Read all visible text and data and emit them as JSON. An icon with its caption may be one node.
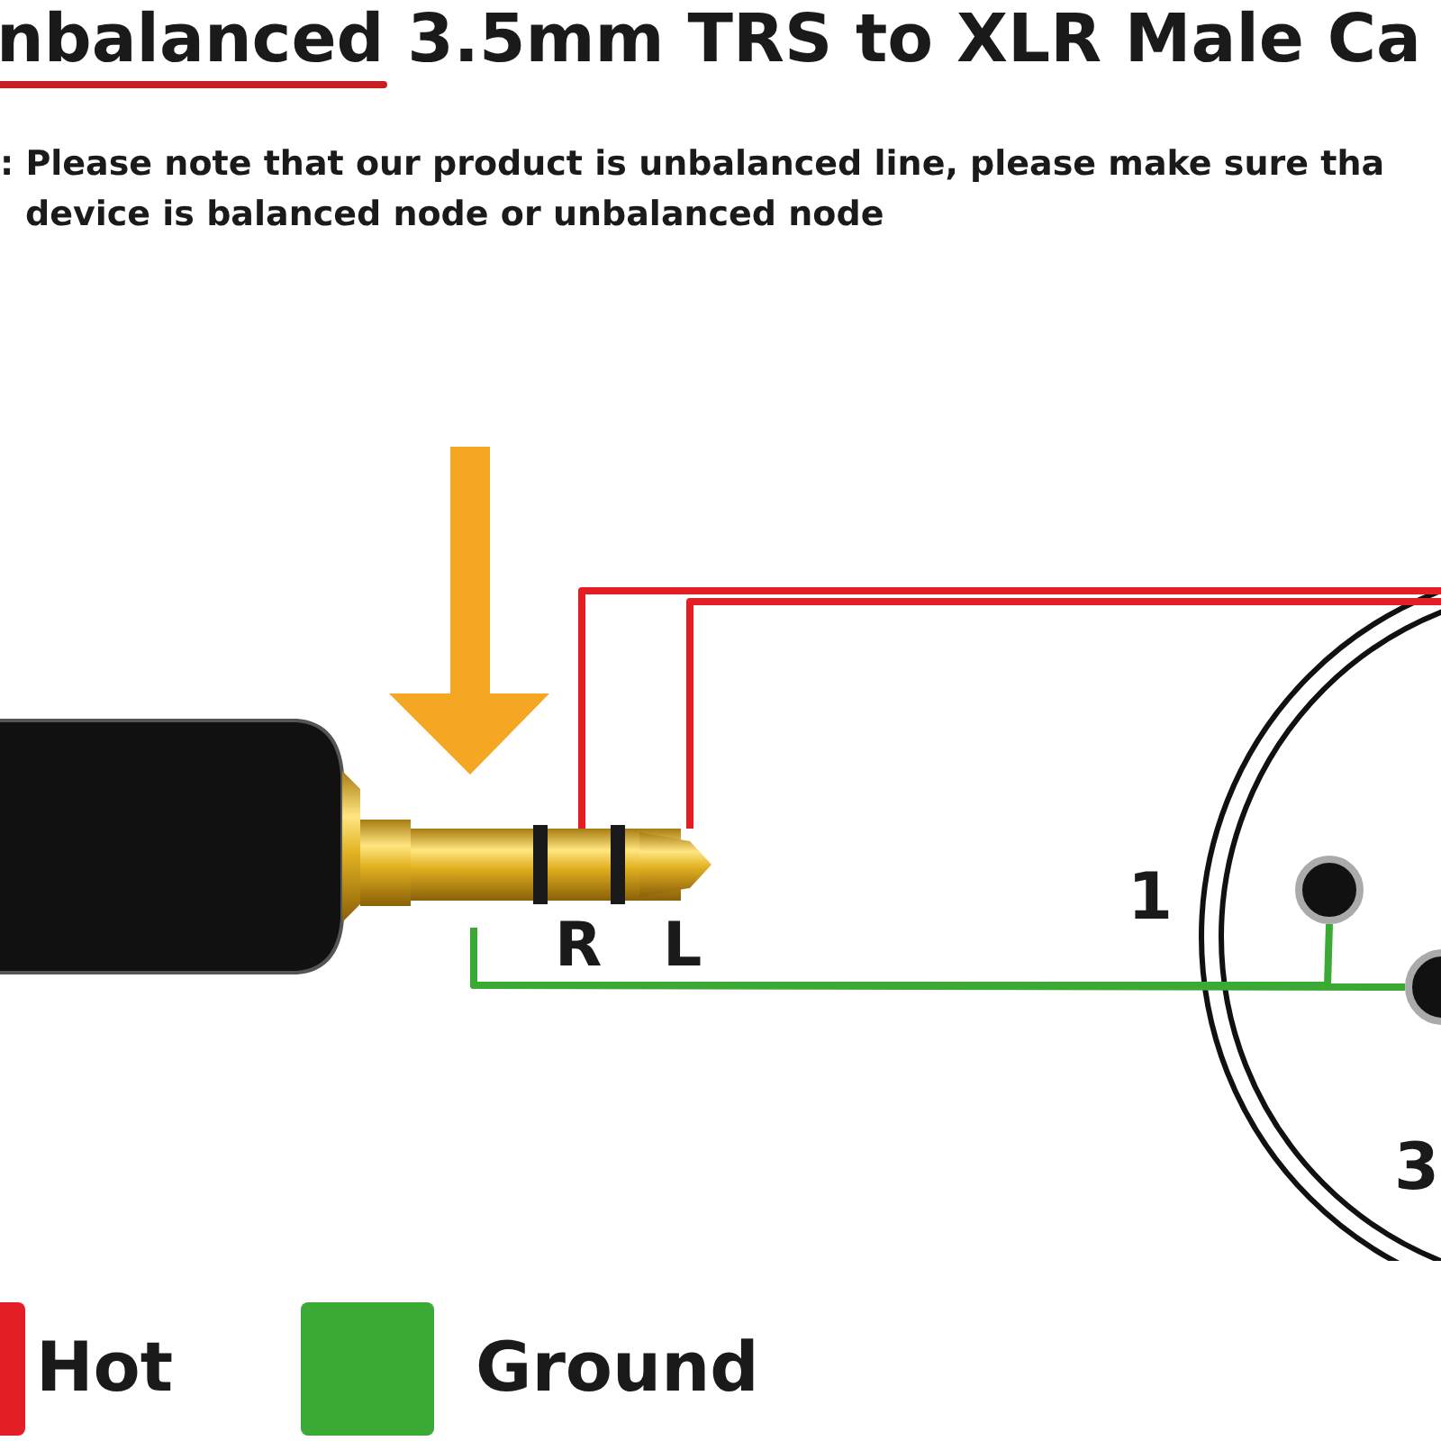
{
  "diagram": {
    "title": "nbalanced 3.5mm TRS to XLR Male Ca",
    "nodes": [
      {
        "text": [],
        "shape": "picture"
      },
      {
        "text": [],
        "shape": "picture"
      },
      {
        "text": [],
        "shape": "circle",
        "in": 1
      },
      {
        "text": [],
        "shape": "circle",
        "in": 1
      }
    ],
    "edges": [
      {
        "from": 0,
        "to": 1,
        "arrow": "none",
        "color": "#e31e24"
      },
      {
        "from": 0,
        "to": 1,
        "arrow": "none",
        "color": "#e31e24"
      },
      {
        "from": 0,
        "to": 2,
        "arrow": "none",
        "color": "#3aaa35"
      },
      {
        "from": 0,
        "to": 3,
        "arrow": "none",
        "color": "#3aaa35"
      }
    ],
    "labels": [
      ": Please note that our product is unbalanced line, please make sure tha",
      "device is balanced node or unbalanced node",
      "R",
      "L",
      "1",
      "3"
    ],
    "legend": [
      {
        "text": "Hot",
        "color": "#e31e24"
      },
      {
        "text": "Ground",
        "color": "#3aaa35"
      }
    ]
  }
}
